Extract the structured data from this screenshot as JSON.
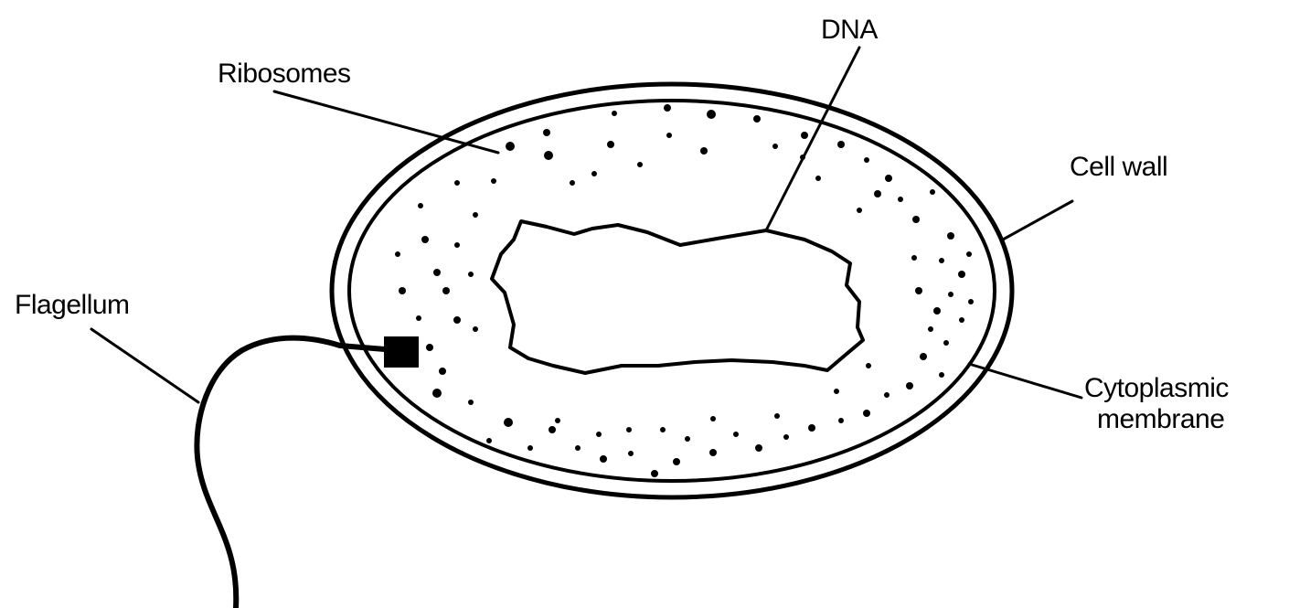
{
  "labels": {
    "dna": "DNA",
    "ribosomes": "Ribosomes",
    "cell_wall": "Cell wall",
    "flagellum": "Flagellum",
    "cytoplasmic_line1": "Cytoplasmic",
    "cytoplasmic_line2": "membrane"
  },
  "colors": {
    "ink": "#000000",
    "background": "#ffffff"
  }
}
